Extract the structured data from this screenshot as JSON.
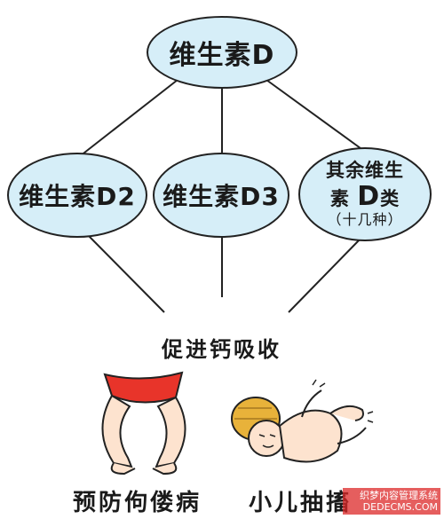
{
  "diagram": {
    "root": "维生素D",
    "children": [
      {
        "label": "维生素D2"
      },
      {
        "label": "维生素D3"
      },
      {
        "label_line1": "其余维生",
        "label_line2_a": "素",
        "label_line2_b": "D",
        "label_line2_c": "类",
        "label_line3": "（十几种）"
      }
    ],
    "center_label": "促进钙吸收",
    "outcomes": [
      {
        "label": "预防佝偻病"
      },
      {
        "label": "小儿抽搐"
      }
    ],
    "watermark_line1": "织梦内容管理系统",
    "watermark_line2": "DEDECMS.COM"
  },
  "colors": {
    "node_fill": "#d6eef8",
    "node_stroke": "#222222",
    "underwear": "#e8342a",
    "hat": "#e8b23a",
    "skin": "#fde3cf"
  }
}
